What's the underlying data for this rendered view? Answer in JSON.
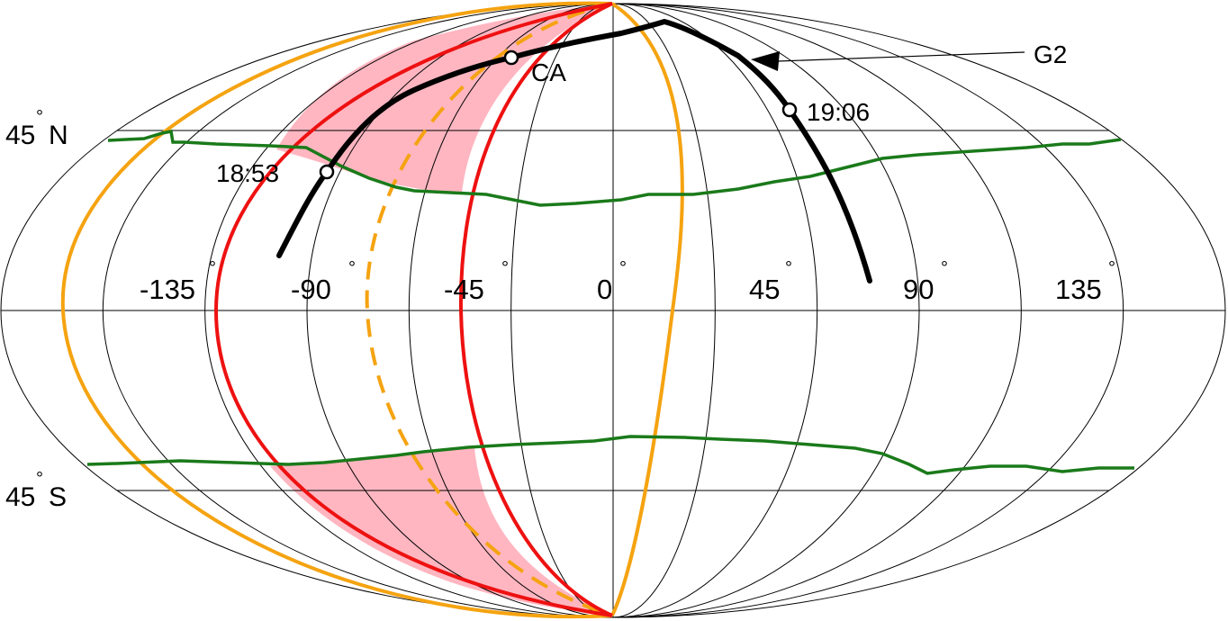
{
  "map": {
    "projection": "Mollweide",
    "longitude_labels": [
      {
        "value": "-135",
        "deg": "°"
      },
      {
        "value": "-90",
        "deg": "°"
      },
      {
        "value": "-45",
        "deg": "°"
      },
      {
        "value": "0",
        "deg": "°"
      },
      {
        "value": "45",
        "deg": "°"
      },
      {
        "value": "90",
        "deg": "°"
      },
      {
        "value": "135",
        "deg": "°"
      }
    ],
    "latitude_labels": [
      {
        "value": "45",
        "deg": "°",
        "hemisphere": "N"
      },
      {
        "value": "45",
        "deg": "°",
        "hemisphere": "S"
      }
    ],
    "track": {
      "name": "G2",
      "points": [
        {
          "label": "18:53"
        },
        {
          "label": "CA"
        },
        {
          "label": "19:06"
        }
      ]
    },
    "colors": {
      "track": "#000000",
      "red_boundary": "#ee1111",
      "shaded_region": "#ffb6c1",
      "orange_boundary": "#f5a311",
      "green_boundary": "#1a7a1a",
      "graticule": "#000000"
    }
  }
}
